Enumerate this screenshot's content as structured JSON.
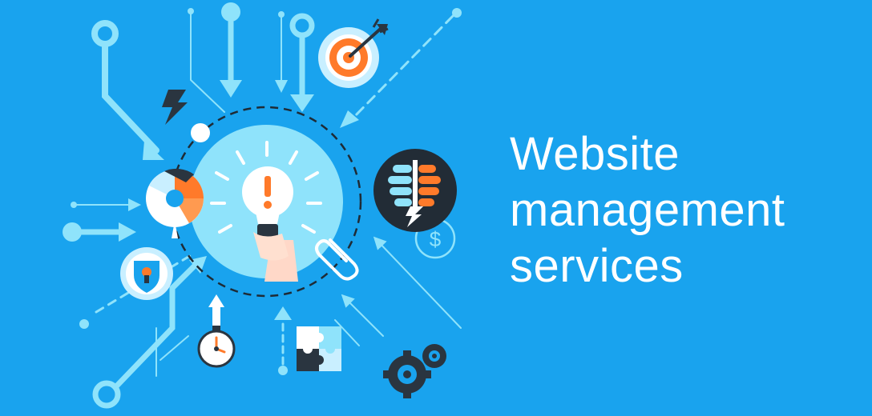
{
  "headline": {
    "lines": [
      "Website",
      "management",
      "services"
    ]
  },
  "icons": {
    "center": "lightbulb-idea-icon",
    "target": "target-arrow-icon",
    "brain": "brain-lightning-icon",
    "dollar": "dollar-coin-icon",
    "paperclip": "paperclip-icon",
    "gears": "gears-icon",
    "puzzle": "puzzle-icon",
    "stopwatch": "stopwatch-icon",
    "shield": "shield-icon",
    "pie": "pie-chart-icon",
    "lightning": "lightning-icon"
  },
  "colors": {
    "background": "#19a3ee",
    "light": "#8fe3fb",
    "pale": "#c9efff",
    "orange": "#ff7a2a",
    "dark": "#222c36",
    "white": "#ffffff"
  }
}
